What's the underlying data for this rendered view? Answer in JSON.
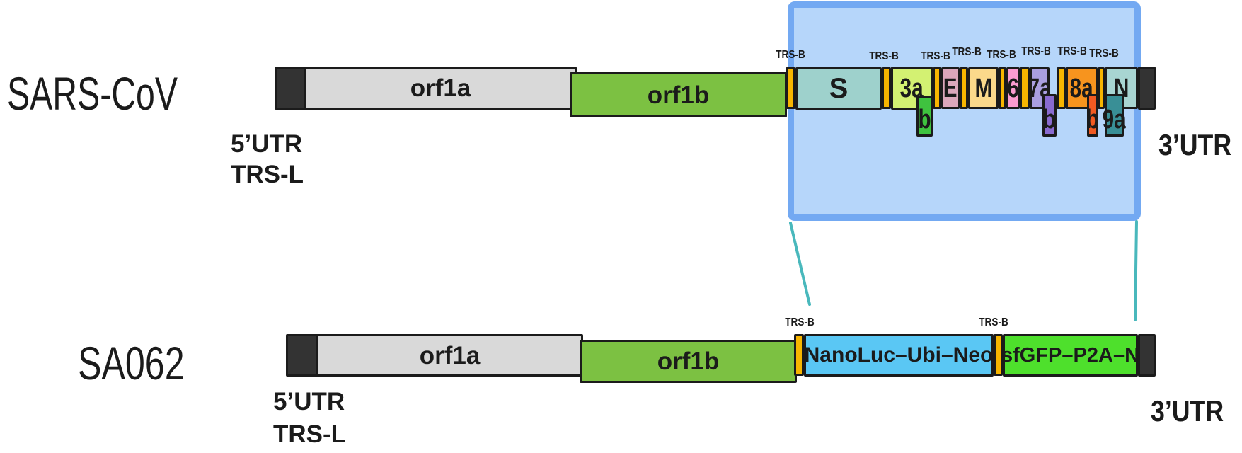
{
  "titles": {
    "top": "SARS-CoV",
    "bottom": "SA062"
  },
  "labels": {
    "trs_b": "TRS-B",
    "utr5": "5’UTR",
    "trs_l": "TRS-L",
    "utr3": "3’UTR"
  },
  "top_genome": {
    "name": "SARS-CoV",
    "genes": {
      "orf1a": "orf1a",
      "orf1b": "orf1b",
      "S": "S",
      "3a": "3a",
      "3b": "b",
      "E": "E",
      "M": "M",
      "6": "6",
      "7a": "7a",
      "7b": "b",
      "8a": "8a",
      "8b": "b",
      "9a": "9a",
      "N": "N"
    },
    "trs_b_count": 8
  },
  "bottom_genome": {
    "name": "SA062",
    "genes": {
      "orf1a": "orf1a",
      "orf1b": "orf1b",
      "nanoluc": "NanoLuc–Ubi–Neo",
      "sfgfp": "sfGFP–P2A–N"
    },
    "trs_b_count": 2
  },
  "palette": {
    "utr_dark": "#333333",
    "orf1a": "#D9D9D9",
    "orf1b": "#7CC142",
    "trs": "#F7B500",
    "S": "#9ED1CC",
    "3a": "#D3F172",
    "3b": "#3FC33F",
    "E": "#DCA7BB",
    "M": "#FBD98B",
    "6": "#FB9BD0",
    "7a": "#AA9FE0",
    "7b": "#8A6BD0",
    "8a": "#F7941E",
    "8b": "#F15A22",
    "9a": "#398F96",
    "N": "#A8D5D2",
    "nanoluc": "#5AC7F4",
    "sfgfp": "#4EE02C",
    "highlight_fill": "#B6D6FA",
    "highlight_border": "#73A9F2",
    "connector": "#49B8BC"
  }
}
